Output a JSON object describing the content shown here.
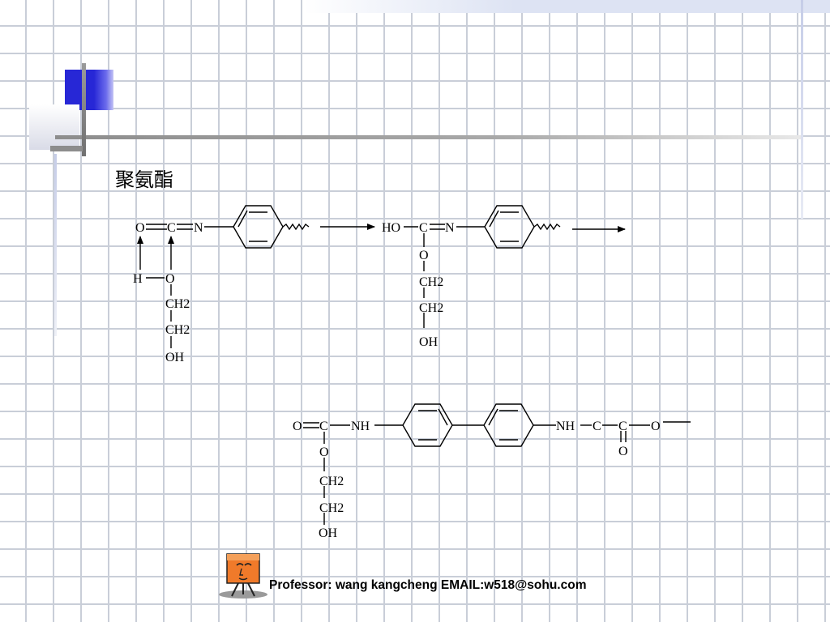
{
  "slide": {
    "heading": "聚氨酯",
    "footer": "Professor: wang kangcheng EMAIL:w518@sohu.com"
  },
  "reaction1": {
    "reactant_labels": [
      "O",
      "C",
      "N",
      "H",
      "O",
      "CH2",
      "CH2",
      "OH"
    ],
    "intermediate_labels": [
      "HO",
      "C",
      "N",
      "O",
      "CH2",
      "CH2",
      "OH"
    ]
  },
  "reaction2": {
    "product_labels": [
      "O",
      "C",
      "NH",
      "O",
      "CH2",
      "CH2",
      "OH",
      "NH",
      "C",
      "C",
      "O",
      "O"
    ]
  },
  "colors": {
    "grid": "#c9ced8",
    "accent_blue": "#2727d6",
    "bar_gray": "#8d8d8d"
  }
}
